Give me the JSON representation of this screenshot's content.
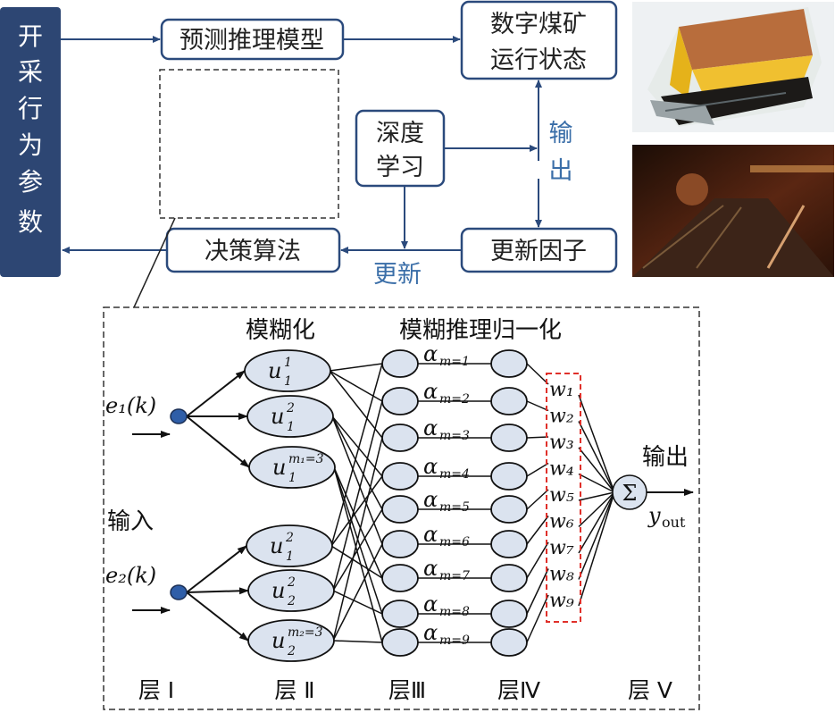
{
  "colors": {
    "box_stroke": "#2b4a7c",
    "arrow": "#2b4a7c",
    "left_bar_fill": "#2d4673",
    "label_blue": "#3a6ea8",
    "node_fill": "#dbe3ef",
    "input_node": "#2f5ea8",
    "red_dash": "#e0302a"
  },
  "top": {
    "left_bar": [
      "开",
      "采",
      "行",
      "为",
      "参",
      "数"
    ],
    "predict_box": "预测推理模型",
    "state_box": [
      "数字煤矿",
      "运行状态"
    ],
    "deep_box": [
      "深度",
      "学习"
    ],
    "decision_box": "决策算法",
    "update_box": "更新因子",
    "output_label": [
      "输",
      "出"
    ],
    "update_label": "更新"
  },
  "images": {
    "top": "coal-seam-shearer-illustration",
    "bottom": "underground-mine-tunnel-photo"
  },
  "network": {
    "stage_fuzzify": "模糊化",
    "stage_infer": "模糊推理归一化",
    "input_title": "输入",
    "output_title": "输出",
    "e1": "e₁(k)",
    "e2": "e₂(k)",
    "u_nodes": [
      {
        "base": "u",
        "sup": "1",
        "sub": "1"
      },
      {
        "base": "u",
        "sup": "2",
        "sub": "1"
      },
      {
        "base": "u",
        "sup": "m₁=3",
        "sub": "1"
      },
      {
        "base": "u",
        "sup": "2",
        "sub": "1"
      },
      {
        "base": "u",
        "sup": "2",
        "sub": "2"
      },
      {
        "base": "u",
        "sup": "m₂=3",
        "sub": "2"
      }
    ],
    "alpha_labels": [
      "α",
      "α",
      "α",
      "α",
      "α",
      "α",
      "α",
      "α",
      "α"
    ],
    "alpha_subs": [
      "m=1",
      "m=2",
      "m=3",
      "m=4",
      "m=5",
      "m=6",
      "m=7",
      "m=8",
      "m=9"
    ],
    "w_labels": [
      "w₁",
      "w₂",
      "w₃",
      "w₄",
      "w₅",
      "w₆",
      "w₇",
      "w₈",
      "w₉"
    ],
    "sum_symbol": "Σ",
    "y_out": "y",
    "y_out_sub": "out",
    "layers": [
      "层 Ⅰ",
      "层 Ⅱ",
      "层Ⅲ",
      "层Ⅳ",
      "层 Ⅴ"
    ]
  }
}
